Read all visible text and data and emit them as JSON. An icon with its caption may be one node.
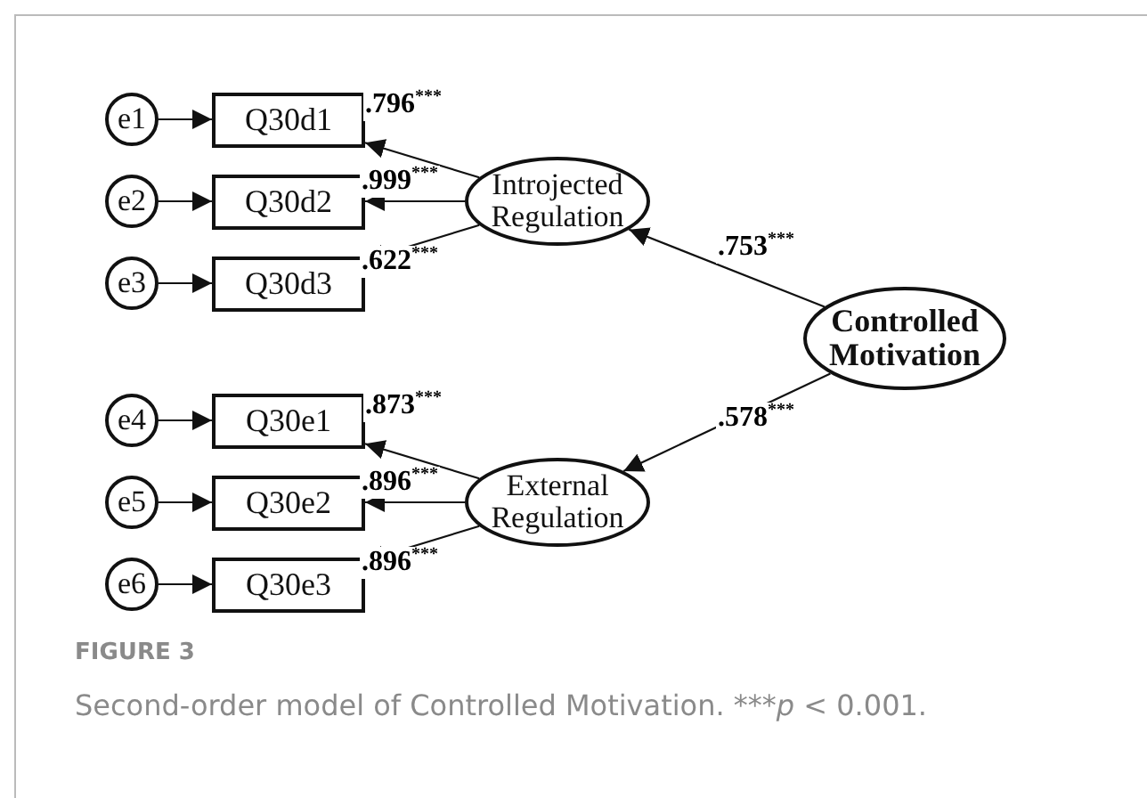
{
  "diagram": {
    "title": "FIGURE 3",
    "caption": "Second-order model of Controlled Motivation. ***$^{}$*p* < 0.001.",
    "nodes": [
      {
        "text": [
          "e1"
        ]
      },
      {
        "text": [
          "Q30d1"
        ]
      },
      {
        "text": [
          "e2"
        ]
      },
      {
        "text": [
          "Q30d2"
        ]
      },
      {
        "text": [
          "e3"
        ]
      },
      {
        "text": [
          "Q30d3"
        ]
      },
      {
        "text": [
          "Introjected Regulation"
        ]
      },
      {
        "text": [
          "Controlled Motivation"
        ]
      },
      {
        "text": [
          "e4"
        ]
      },
      {
        "text": [
          "Q30e1"
        ]
      },
      {
        "text": [
          "e5"
        ]
      },
      {
        "text": [
          "Q30e2"
        ]
      },
      {
        "text": [
          "e6"
        ]
      },
      {
        "text": [
          "Q30e3"
        ]
      },
      {
        "text": [
          "External Regulation"
        ]
      }
    ],
    "edges": [
      {
        "from": 0,
        "to": 1,
        "arrow": "to"
      },
      {
        "from": 2,
        "to": 3,
        "arrow": "to"
      },
      {
        "from": 4,
        "to": 5,
        "arrow": "to"
      },
      {
        "from": 8,
        "to": 9,
        "arrow": "to"
      },
      {
        "from": 10,
        "to": 11,
        "arrow": "to"
      },
      {
        "from": 12,
        "to": 13,
        "arrow": "to"
      },
      {
        "from": 6,
        "to": 1,
        "arrow": "to",
        "label": ".796$^{***}$"
      },
      {
        "from": 6,
        "to": 3,
        "arrow": "to",
        "label": ".999$^{***}$"
      },
      {
        "from": 6,
        "to": 5,
        "arrow": "to",
        "label": ".622$^{***}$"
      },
      {
        "from": 14,
        "to": 9,
        "arrow": "to",
        "label": ".873$^{***}$"
      },
      {
        "from": 14,
        "to": 11,
        "arrow": "to",
        "label": ".896$^{***}$"
      },
      {
        "from": 14,
        "to": 13,
        "arrow": "to",
        "label": ".896$^{***}$"
      },
      {
        "from": 7,
        "to": 6,
        "arrow": "to",
        "label": ".753$^{***}$"
      },
      {
        "from": 7,
        "to": 14,
        "arrow": "to",
        "label": ".578$^{***}$"
      }
    ]
  }
}
